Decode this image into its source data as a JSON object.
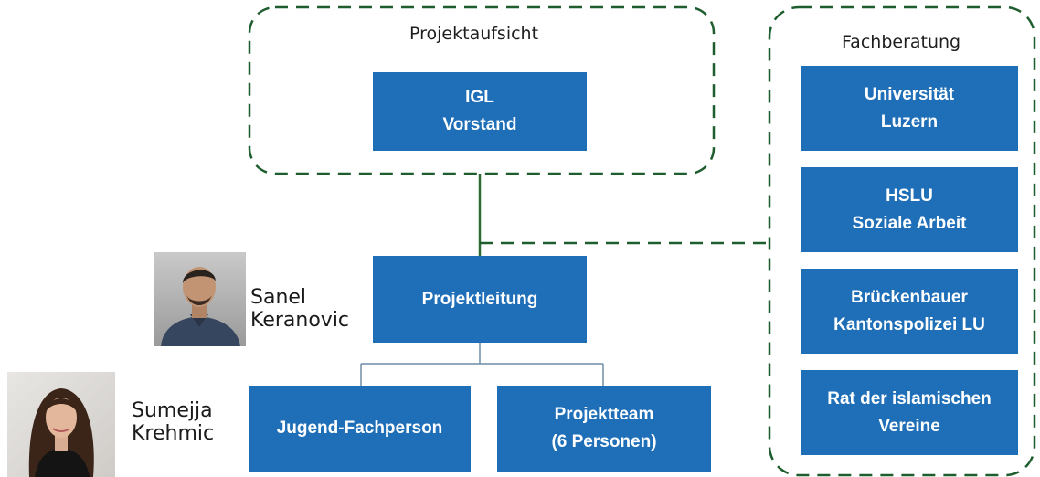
{
  "groups": {
    "supervision": {
      "title": "Projektaufsicht"
    },
    "advisory": {
      "title": "Fachberatung"
    }
  },
  "boxes": {
    "igl": {
      "line1": "IGL",
      "line2": "Vorstand"
    },
    "lead": {
      "line1": "Projektleitung"
    },
    "youth": {
      "line1": "Jugend-Fachperson"
    },
    "team": {
      "line1": "Projektteam",
      "line2": "(6 Personen)"
    },
    "unilu": {
      "line1": "Universität",
      "line2": "Luzern"
    },
    "hslu": {
      "line1": "HSLU",
      "line2": "Soziale Arbeit"
    },
    "police": {
      "line1": "Brückenbauer",
      "line2": "Kantonspolizei LU"
    },
    "council": {
      "line1": "Rat der islamischen",
      "line2": "Vereine"
    }
  },
  "people": {
    "lead": {
      "first": "Sanel",
      "last": "Keranovic"
    },
    "youth": {
      "first": "Sumejja",
      "last": "Krehmic"
    }
  },
  "colors": {
    "box": "#1e6eb8",
    "dashed_border": "#1e5e2e",
    "solid_connector": "#2e6b34",
    "tree_connector": "#6f8ca6"
  }
}
